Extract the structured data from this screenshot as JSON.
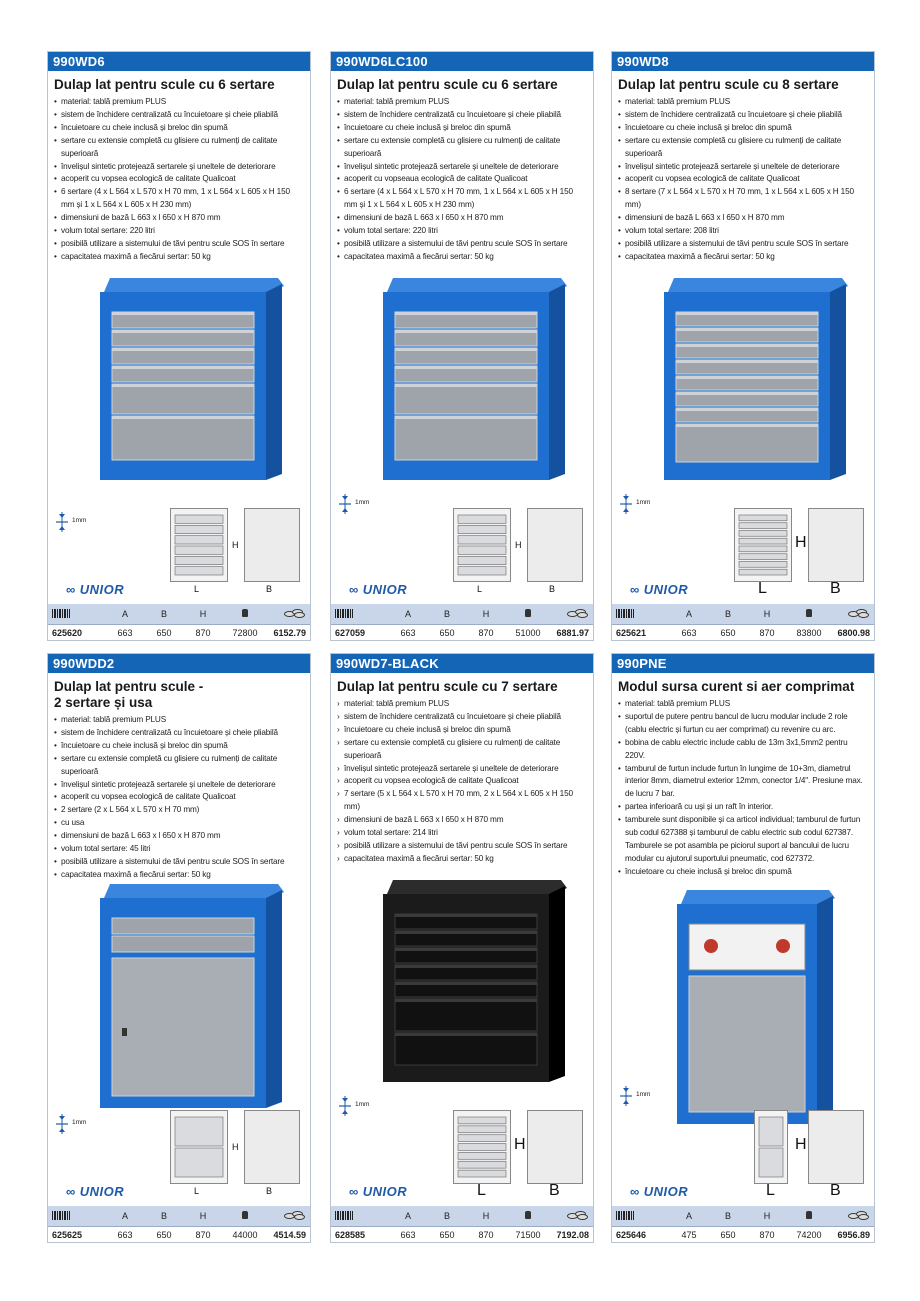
{
  "headers": {
    "weight_icon": "weight-icon",
    "price_icon": "coins-icon",
    "barcode_icon": "barcode-icon",
    "a": "A",
    "b": "B",
    "h": "H"
  },
  "thickness_label": "1mm",
  "logo_text": "UNIOR",
  "dims": {
    "h": "H",
    "l": "L",
    "b": "B"
  },
  "cards": [
    {
      "code": "990WD6",
      "title": "Dulap lat pentru scule cu 6 sertare",
      "bullets": "dot",
      "specs": [
        "material: tablă premium PLUS",
        "sistem de închidere centralizată cu încuietoare și cheie pliabilă",
        "încuietoare cu cheie inclusă și breloc din spumă",
        "sertare cu extensie completă cu glisiere cu rulmenți de calitate superioară",
        "învelișul sintetic protejează sertarele și uneltele de deteriorare",
        "acoperit cu vopsea ecologică de calitate Qualicoat",
        "6 sertare (4 x L 564 x L 570 x H 70 mm, 1 x L 564 x L 605 x H 150 mm și 1 x L 564 x L 605 x H 230 mm)",
        "dimensiuni de bază L 663 x l 650 x H 870 mm",
        "volum total sertare: 220 litri",
        "posibilă utilizare a sistemului de tăvi pentru scule SOS în sertare",
        "capacitatea maximă a fiecărui sertar: 50 kg"
      ],
      "row": {
        "article": "625620",
        "a": "663",
        "b": "650",
        "h": "870",
        "weight": "72800",
        "price": "6152.79"
      }
    },
    {
      "code": "990WD6LC100",
      "title": "Dulap lat pentru scule cu 6 sertare",
      "bullets": "dot",
      "specs": [
        "material: tablă premium PLUS",
        "sistem de închidere centralizată cu încuietoare și cheie pliabilă",
        "încuietoare cu cheie inclusă și breloc din spumă",
        "sertare cu extensie completă cu glisiere cu rulmenți de calitate superioară",
        "învelișul sintetic protejează sertarele și uneltele de deteriorare",
        "acoperit cu vopseaua ecologică de calitate Qualicoat",
        "6 sertare (4 x L 564 x L 570 x H 70 mm, 1 x L 564 x L 605 x H 150 mm și 1 x L 564 x L 605 x H 230 mm)",
        "dimensiuni de bază L 663 x l 650 x H 870 mm",
        "volum total sertare: 220 litri",
        "posibilă utilizare a sistemului de tăvi pentru scule SOS în sertare",
        "capacitatea maximă a fiecărui sertar: 50 kg"
      ],
      "row": {
        "article": "627059",
        "a": "663",
        "b": "650",
        "h": "870",
        "weight": "51000",
        "price": "6881.97"
      }
    },
    {
      "code": "990WD8",
      "title": "Dulap lat pentru scule cu 8 sertare",
      "bullets": "dot",
      "specs": [
        "material: tablă premium PLUS",
        "sistem de închidere centralizată cu încuietoare și cheie pliabilă",
        "încuietoare cu cheie inclusă și breloc din spumă",
        "sertare cu extensie completă cu glisiere cu rulmenți de calitate superioară",
        "învelișul sintetic protejează sertarele și uneltele de deteriorare",
        "acoperit cu vopsea ecologică de calitate Qualicoat",
        "8 sertare (7 x L 564 x L 570 x H 70 mm, 1 x L 564 x L 605 x H 150 mm)",
        "dimensiuni de bază L 663 x l 650 x H 870 mm",
        "volum total sertare: 208 litri",
        "posibilă utilizare a sistemului de tăvi pentru scule SOS în sertare",
        "capacitatea maximă a fiecărui sertar: 50 kg"
      ],
      "row": {
        "article": "625621",
        "a": "663",
        "b": "650",
        "h": "870",
        "weight": "83800",
        "price": "6800.98"
      }
    },
    {
      "code": "990WDD2",
      "title": "Dulap lat pentru scule - 2 sertare și usa",
      "bullets": "dot",
      "specs": [
        "material: tablă premium PLUS",
        "sistem de închidere centralizată cu încuietoare și cheie pliabilă",
        "încuietoare cu cheie inclusă și breloc din spumă",
        "sertare cu extensie completă cu glisiere cu rulmenți de calitate superioară",
        "învelișul sintetic protejează sertarele și uneltele de deteriorare",
        "acoperit cu vopsea ecologică de calitate Qualicoat",
        "2 sertare (2 x L 564 x L 570 x H 70 mm)",
        "cu usa",
        "dimensiuni de bază L 663 x l 650 x H 870 mm",
        "volum total sertare: 45 litri",
        "posibilă utilizare a sistemului de tăvi pentru scule SOS în sertare",
        "capacitatea maximă a fiecărui sertar: 50 kg"
      ],
      "row": {
        "article": "625625",
        "a": "663",
        "b": "650",
        "h": "870",
        "weight": "44000",
        "price": "4514.59"
      }
    },
    {
      "code": "990WD7-BLACK",
      "title": "Dulap lat pentru scule cu 7 sertare",
      "bullets": "arrow",
      "specs": [
        "material: tablă premium PLUS",
        "sistem de închidere centralizată cu încuietoare și cheie pliabilă",
        "încuietoare cu cheie inclusă și breloc din spumă",
        "sertare cu extensie completă cu glisiere cu rulmenți de calitate superioară",
        "învelișul sintetic protejează sertarele și uneltele de deteriorare",
        "acoperit cu vopsea ecologică de calitate Qualicoat",
        "7 sertare (5 x L 564 x L 570 x H 70 mm, 2 x L 564 x L 605 x H 150 mm)",
        "dimensiuni de bază L 663 x l 650 x H 870 mm",
        "volum total sertare: 214 litri",
        "posibilă utilizare a sistemului de tăvi pentru scule SOS în sertare",
        "capacitatea maximă a fiecărui sertar: 50 kg"
      ],
      "row": {
        "article": "628585",
        "a": "663",
        "b": "650",
        "h": "870",
        "weight": "71500",
        "price": "7192.08"
      }
    },
    {
      "code": "990PNE",
      "title": "Modul sursa curent si aer comprimat",
      "bullets": "dot",
      "specs": [
        "material: tablă premium PLUS",
        "suportul de putere pentru bancul de lucru modular include 2 role (cablu electric și furtun cu aer comprimat) cu revenire cu arc.",
        "bobina de cablu electric include cablu de 13m 3x1,5mm2 pentru 220V.",
        "tamburul de furtun include furtun în lungime de 10+3m, diametrul interior 8mm, diametrul exterior 12mm, conector 1/4\". Presiune max. de lucru 7 bar.",
        "partea inferioară cu uși și un raft în interior.",
        "tamburele sunt disponibile și ca articol individual; tamburul de furtun sub codul 627388 și tamburul de cablu electric sub codul 627387. Tamburele se pot asambla pe piciorul suport al bancului de lucru modular cu ajutorul suportului pneumatic, cod 627372.",
        "încuietoare cu cheie inclusă și breloc din spumă"
      ],
      "row": {
        "article": "625646",
        "a": "475",
        "b": "650",
        "h": "870",
        "weight": "74200",
        "price": "6956.89"
      }
    }
  ],
  "colors": {
    "brand_blue": "#1565b7",
    "cabinet_blue": "#1e6fd0",
    "table_head": "#c9d5e8"
  }
}
